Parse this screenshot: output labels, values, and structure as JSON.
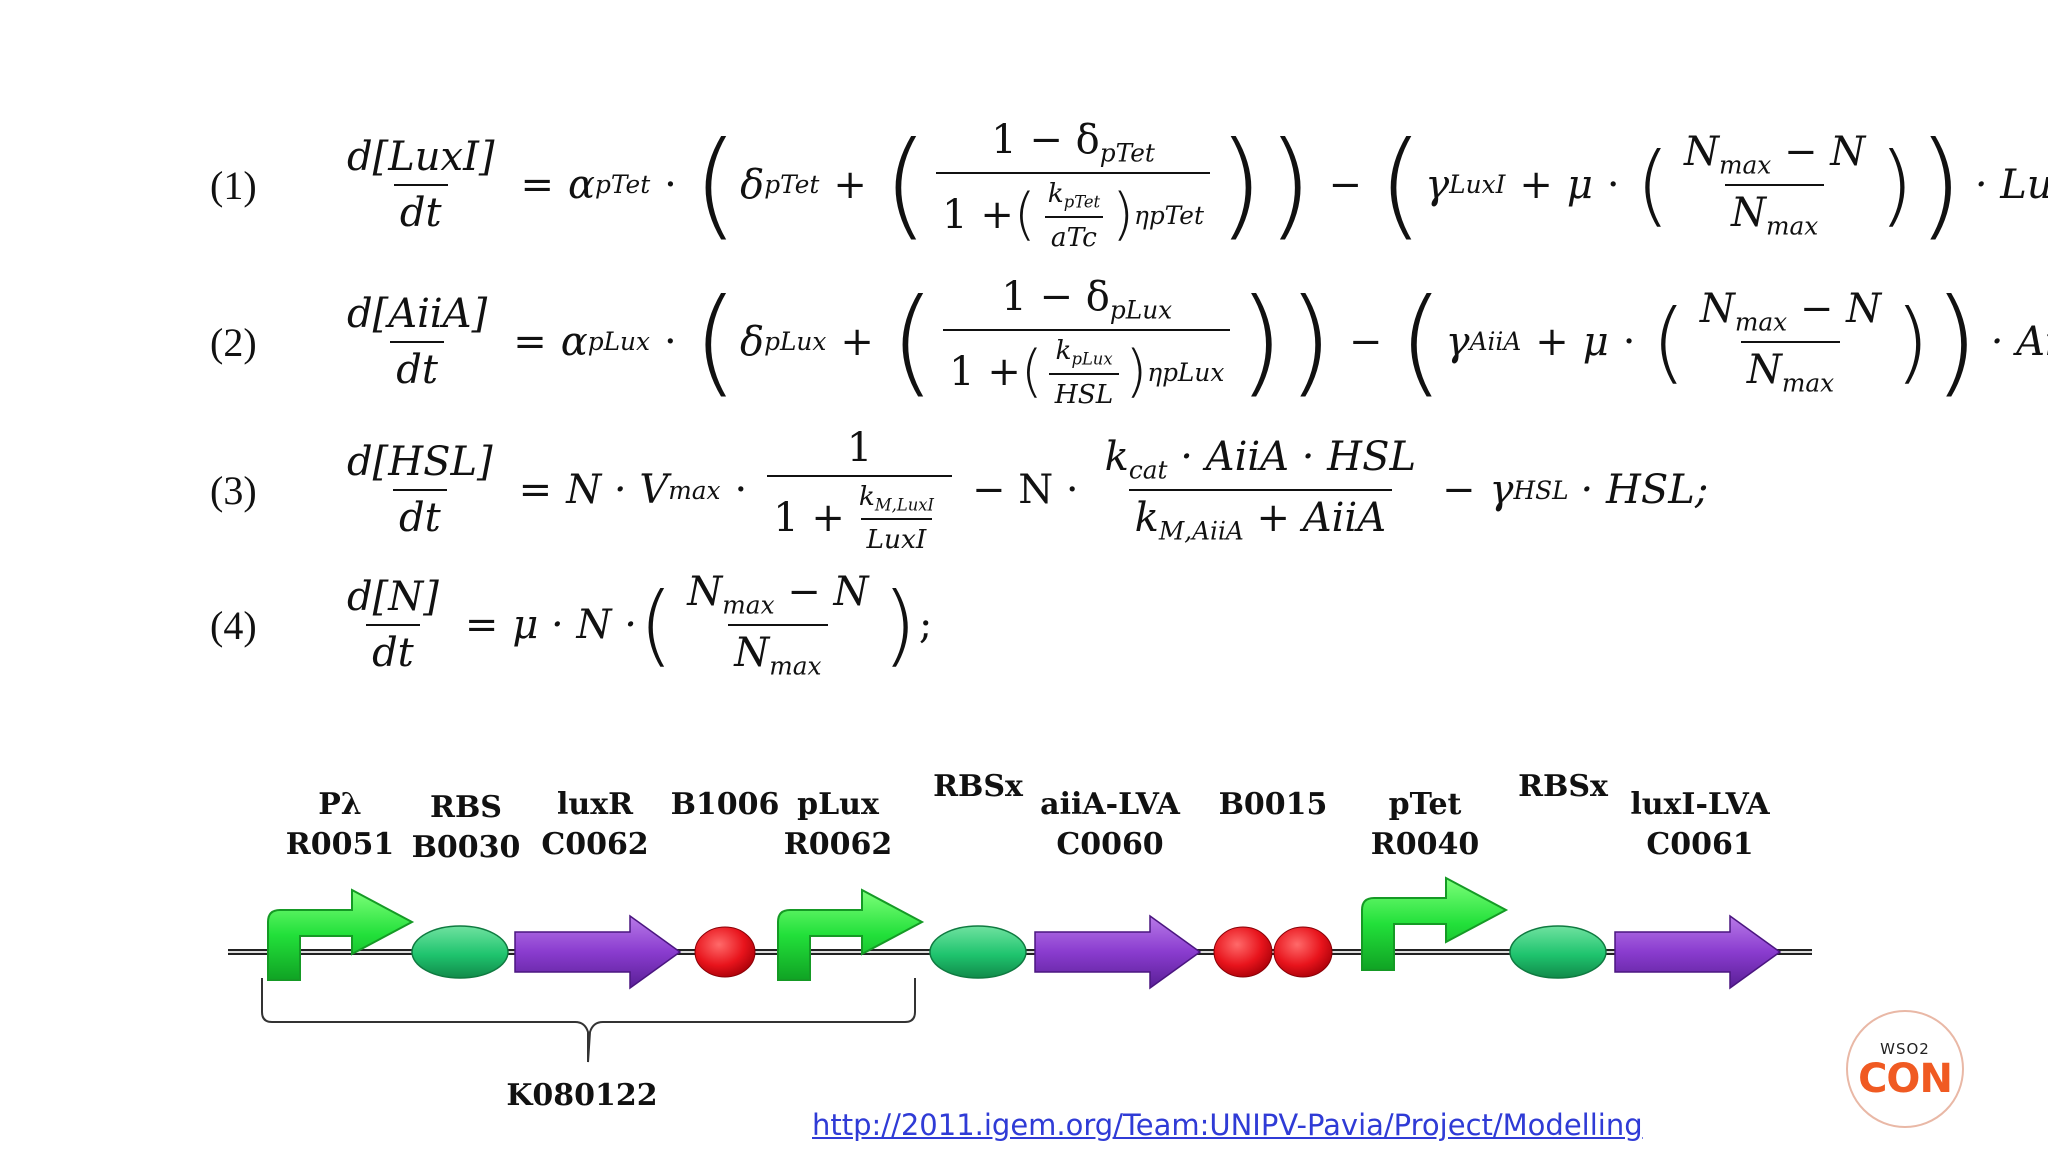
{
  "equations": [
    {
      "number": "(1)",
      "lhs": {
        "num": "d[LuxI]",
        "den": "dt"
      },
      "alpha": "α",
      "alpha_sub": "pTet",
      "delta": "δ",
      "delta_sub": "pTet",
      "frac_num": "1 − δ",
      "frac_num_sub": "pTet",
      "one_plus": "1 +",
      "k": "k",
      "k_sub": "pTet",
      "inducer": "aTc",
      "eta": "η",
      "eta_sub": "pTet",
      "gamma": "γ",
      "gamma_sub": "LuxI",
      "mu": "μ",
      "nmax_minus_n": "N",
      "nmax_sub": "max",
      "minus_n": " − N",
      "nmax_den": "N",
      "nmax_den_sub": "max",
      "tail": "· LuxI;"
    },
    {
      "number": "(2)",
      "lhs": {
        "num": "d[AiiA]",
        "den": "dt"
      },
      "alpha": "α",
      "alpha_sub": "pLux",
      "delta": "δ",
      "delta_sub": "pLux",
      "frac_num": "1 − δ",
      "frac_num_sub": "pLux",
      "one_plus": "1 +",
      "k": "k",
      "k_sub": "pLux",
      "inducer": "HSL",
      "eta": "η",
      "eta_sub": "pLux",
      "gamma": "γ",
      "gamma_sub": "AiiA",
      "mu": "μ",
      "nmax_minus_n": "N",
      "nmax_sub": "max",
      "minus_n": " − N",
      "nmax_den": "N",
      "nmax_den_sub": "max",
      "tail": "· AiiA;"
    },
    {
      "number": "(3)",
      "lhs": {
        "num": "d[HSL]",
        "den": "dt"
      },
      "term1": "N · V",
      "term1_sub": "max",
      "one": "1",
      "one_plus": "1 +",
      "km_lux": "k",
      "km_lux_sub": "M,LuxI",
      "km_lux_den": "LuxI",
      "minus_n": "− N ·",
      "kcat": "k",
      "kcat_sub": "cat",
      "kcat_rest": " · AiiA · HSL",
      "km_aiia": "k",
      "km_aiia_sub": "M,AiiA",
      "km_aiia_rest": " + AiiA",
      "gamma": "γ",
      "gamma_sub": "HSL",
      "tail": "· HSL;"
    },
    {
      "number": "(4)",
      "lhs": {
        "num": "d[N]",
        "den": "dt"
      },
      "mu_n": "μ · N ·",
      "nmax_minus_n": "N",
      "nmax_sub": "max",
      "minus_n": " − N",
      "nmax_den": "N",
      "nmax_den_sub": "max",
      "tail": ";"
    }
  ],
  "diagram": {
    "parts": [
      {
        "line1": "Pλ",
        "line2": "R0051",
        "kind": "promoter"
      },
      {
        "line1": "RBS",
        "line2": "B0030",
        "kind": "rbs"
      },
      {
        "line1": "luxR",
        "line2": "C0062",
        "kind": "cds"
      },
      {
        "line1": "",
        "line2": "B1006",
        "kind": "terminator"
      },
      {
        "line1": "pLux",
        "line2": "R0062",
        "kind": "promoter"
      },
      {
        "line1": "",
        "line2": "RBSx",
        "kind": "rbs"
      },
      {
        "line1": "aiiA-LVA",
        "line2": "C0060",
        "kind": "cds"
      },
      {
        "line1": "",
        "line2": "B0015",
        "kind": "terminator"
      },
      {
        "line1": "pTet",
        "line2": "R0040",
        "kind": "promoter"
      },
      {
        "line1": "",
        "line2": "RBSx",
        "kind": "rbs"
      },
      {
        "line1": "luxI-LVA",
        "line2": "C0061",
        "kind": "cds"
      }
    ],
    "bracket_label": "K080122",
    "colors": {
      "promoter": "#22e03a",
      "rbs": "#1fc46e",
      "cds": "#8a3ccf",
      "terminator": "#e8141c"
    }
  },
  "source_link": "http://2011.igem.org/Team:UNIPV-Pavia/Project/Modelling",
  "logo": {
    "top": "WSO2",
    "bottom": "CON"
  }
}
